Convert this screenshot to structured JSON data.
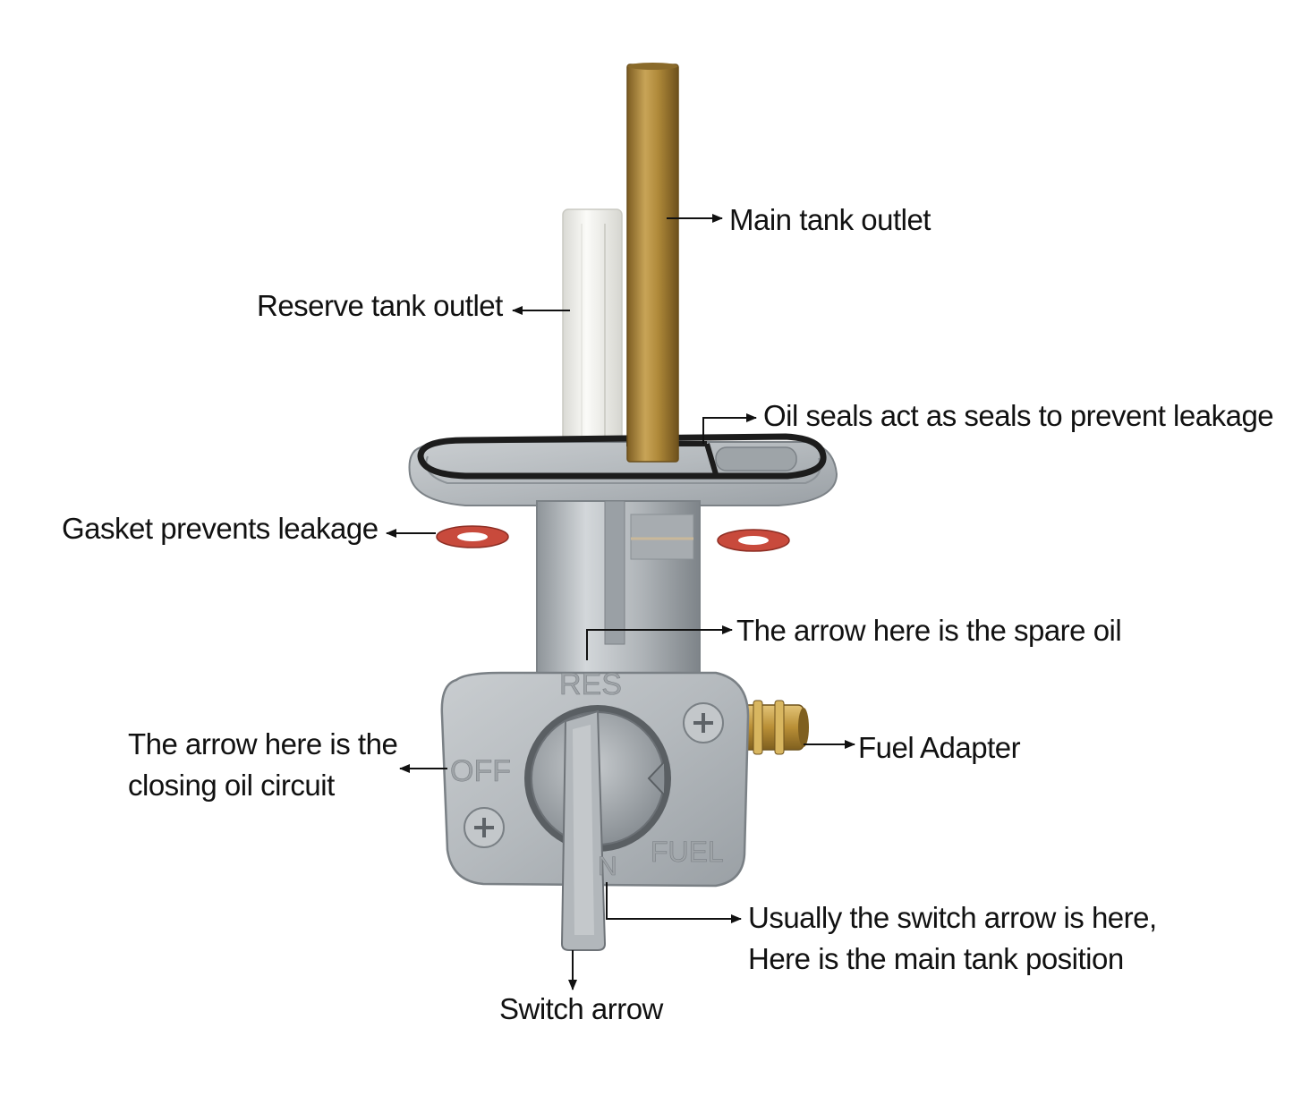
{
  "labels": {
    "main_tank_outlet": "Main tank outlet",
    "reserve_tank_outlet": "Reserve tank outlet",
    "oil_seals": "Oil seals act as seals to prevent leakage",
    "gasket": "Gasket prevents leakage",
    "spare_oil": "The arrow here is the spare oil",
    "fuel_adapter": "Fuel Adapter",
    "closing_circuit_line1": "The arrow here is the",
    "closing_circuit_line2": "closing oil circuit",
    "main_tank_position_line1": "Usually the switch arrow is here,",
    "main_tank_position_line2": "Here is the main tank position",
    "switch_arrow": "Switch arrow"
  },
  "markings": {
    "res": "RES",
    "off": "OFF",
    "fuel": "FUEL",
    "n": "N"
  },
  "colors": {
    "background": "#ffffff",
    "text": "#111111",
    "brass_tube": "#b08a3a",
    "white_filter": "#f1f1ee",
    "zinc_body": "#b9bec2",
    "oring": "#1c1c1c",
    "fiber_washer": "#c84a3c",
    "brass_fitting": "#c9a24a"
  }
}
